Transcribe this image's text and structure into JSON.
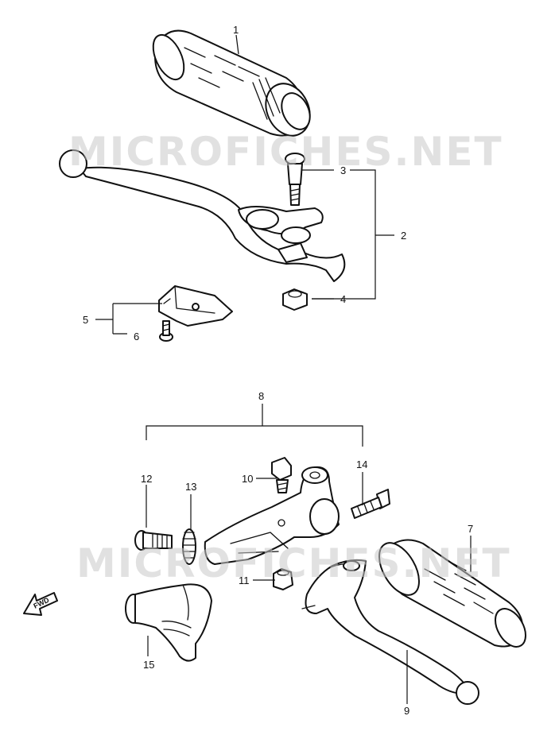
{
  "watermark": "MICROFICHES.NET",
  "direction_label": "FWD",
  "callouts": {
    "c1": "1",
    "c2": "2",
    "c3": "3",
    "c4": "4",
    "c5": "5",
    "c6": "6",
    "c7": "7",
    "c8": "8",
    "c9": "9",
    "c10": "10",
    "c11": "11",
    "c12": "12",
    "c13": "13",
    "c14": "14",
    "c15": "15"
  }
}
